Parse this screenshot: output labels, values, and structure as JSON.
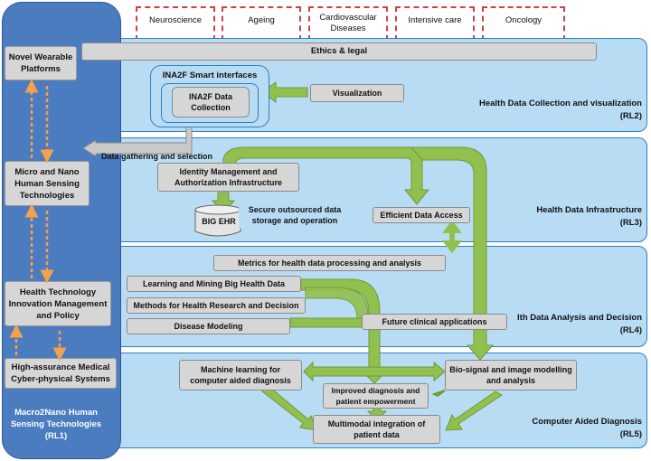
{
  "domains": [
    "Neuroscience",
    "Ageing",
    "Cardiovascular Diseases",
    "Intensive care",
    "Oncology"
  ],
  "left_column": {
    "items": [
      "Novel Wearable Platforms",
      "Micro and Nano Human Sensing Technologies",
      "Health Technology Innovation Management and Policy",
      "High-assurance Medical Cyber-physical Systems"
    ],
    "footer": "Macro2Nano Human Sensing Technologies (RL1)"
  },
  "bands": [
    {
      "title": "Health Data Collection and visualization",
      "code": "(RL2)"
    },
    {
      "title": "Health Data Infrastructure",
      "code": "(RL3)"
    },
    {
      "title": "lth Data Analysis and Decision",
      "code": "(RL4)"
    },
    {
      "title": "Computer Aided Diagnosis",
      "code": "(RL5)"
    }
  ],
  "boxes": {
    "ethics": "Ethics & legal",
    "smart_interfaces": "INA2F Smart interfaces",
    "data_collection": "INA2F Data Collection",
    "visualization": "Visualization",
    "data_gathering": "Data gathering and selection",
    "identity_mgmt": "Identity Management and Authorization Infrastructure",
    "big_ehr": "BIG EHR",
    "secure_storage": "Secure outsourced data storage and operation",
    "efficient_access": "Efficient Data Access",
    "metrics": "Metrics for health data processing and analysis",
    "learning_mining": "Learning and Mining Big Health Data",
    "methods": "Methods for Health Research and Decision",
    "disease_modeling": "Disease Modeling",
    "future_clinical": "Future clinical applications",
    "machine_learning": "Machine learning for computer aided diagnosis",
    "biosignal": "Bio-signal and image modelling and analysis",
    "improved_diagnosis": "Improved diagnosis and patient empowerment",
    "multimodal": "Multimodal integration of patient data"
  },
  "colors": {
    "band_fill": "#b9dcf5",
    "left_column": "#4a7cbf",
    "arrow_green": "#92c04f",
    "dashed_red": "#d04040",
    "orange_arrow": "#f5a04a"
  }
}
